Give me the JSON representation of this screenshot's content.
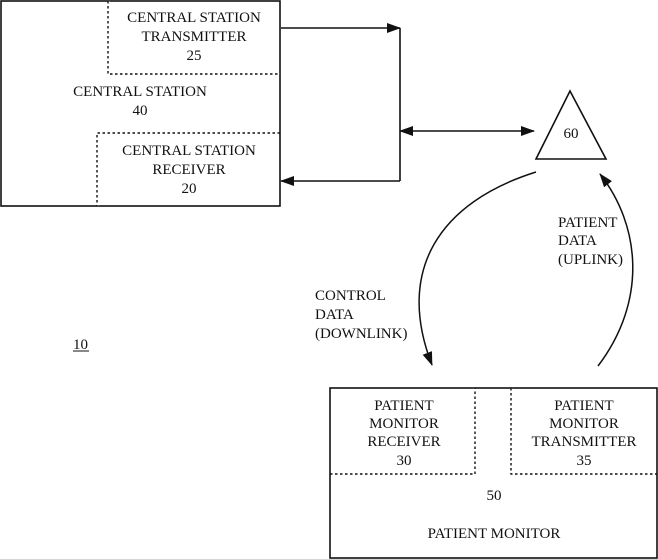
{
  "figure_ref": "10",
  "central_station": {
    "name": "CENTRAL STATION",
    "number": "40",
    "transmitter": {
      "line1": "CENTRAL STATION",
      "line2": "TRANSMITTER",
      "number": "25"
    },
    "receiver": {
      "line1": "CENTRAL STATION",
      "line2": "RECEIVER",
      "number": "20"
    }
  },
  "relay": {
    "number": "60"
  },
  "patient_monitor": {
    "name": "PATIENT MONITOR",
    "number": "50",
    "receiver": {
      "line1": "PATIENT",
      "line2": "MONITOR",
      "line3": "RECEIVER",
      "number": "30"
    },
    "transmitter": {
      "line1": "PATIENT",
      "line2": "MONITOR",
      "line3": "TRANSMITTER",
      "number": "35"
    }
  },
  "uplink_label": {
    "line1": "PATIENT",
    "line2": "DATA",
    "line3": "(UPLINK)"
  },
  "downlink_label": {
    "line1": "CONTROL",
    "line2": "DATA",
    "line3": "(DOWNLINK)"
  }
}
